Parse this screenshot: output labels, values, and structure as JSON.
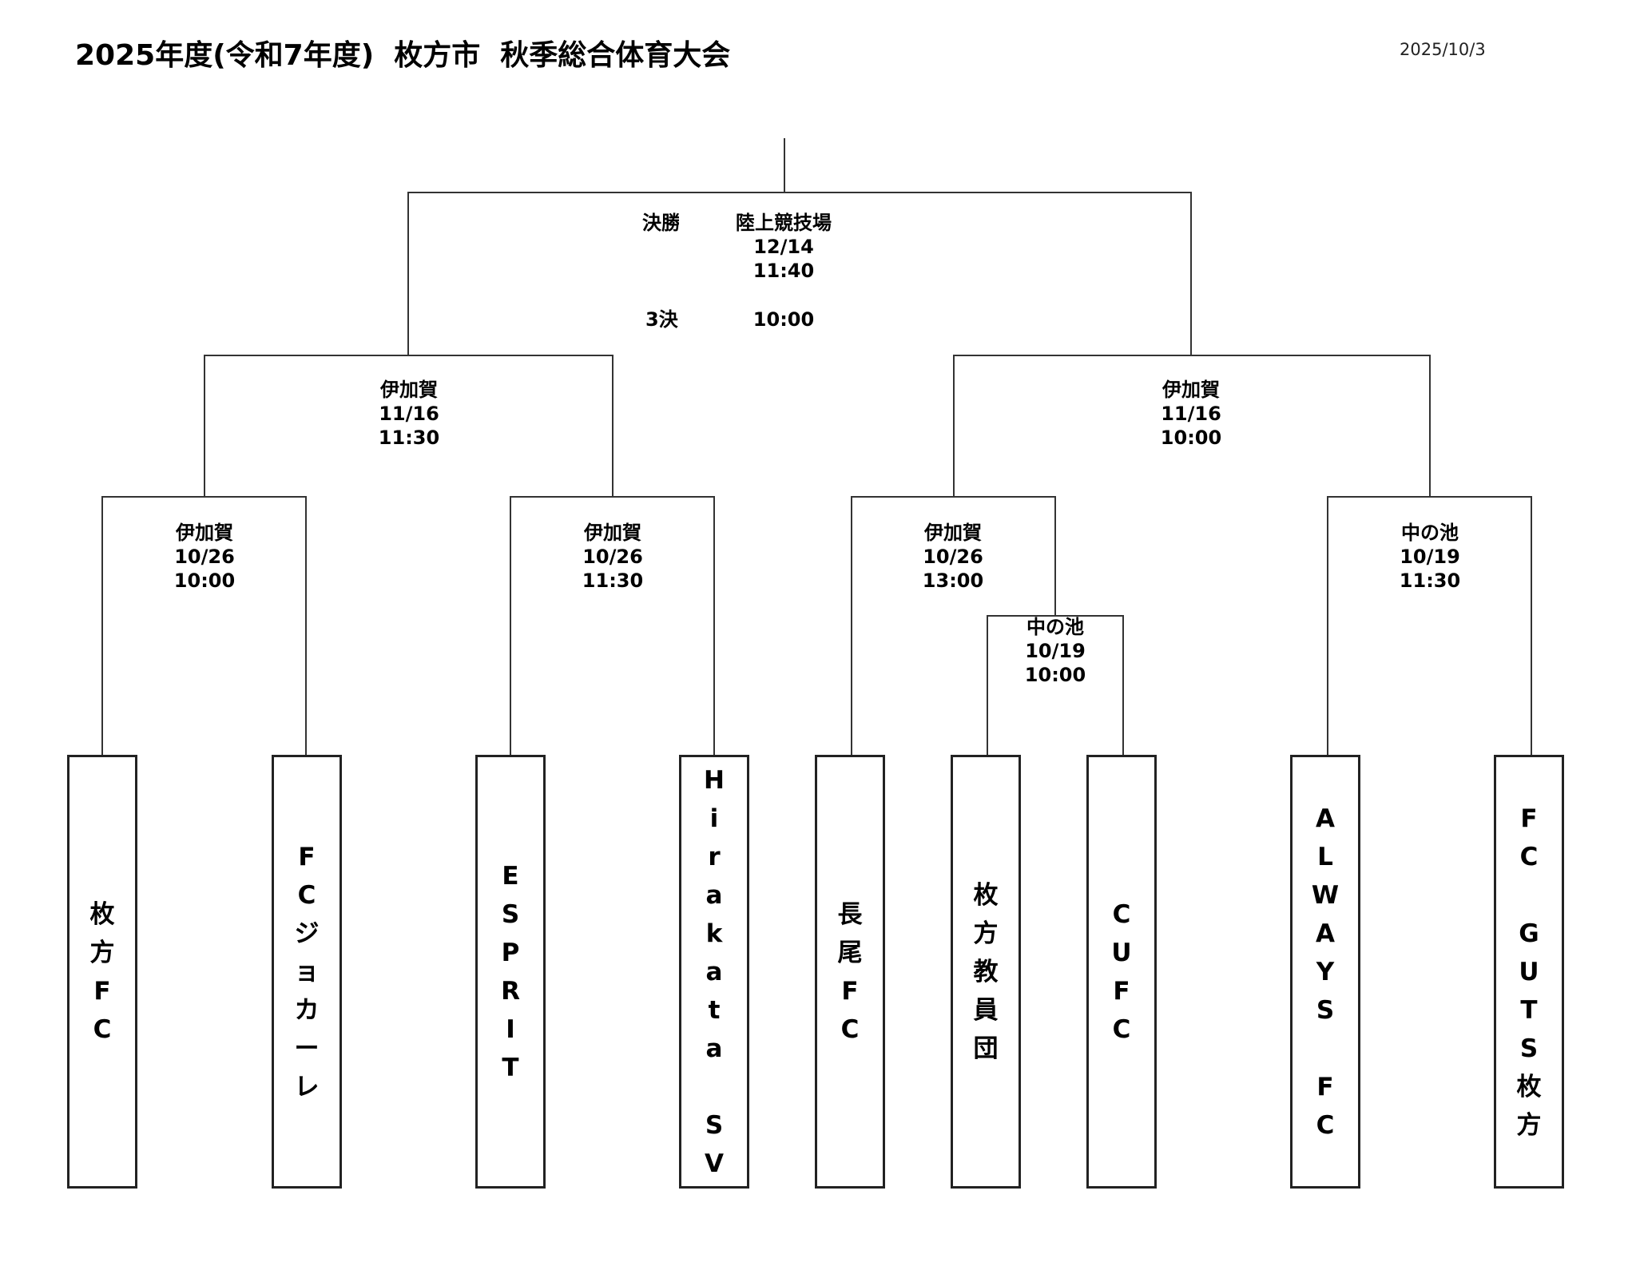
{
  "header": {
    "title": "2025年度(令和7年度)  枚方市  秋季総合体育大会",
    "date": "2025/10/3"
  },
  "final": {
    "label": "決勝",
    "venue": "陸上競技場",
    "date": "12/14",
    "time": "11:40",
    "third_place_label": "3決",
    "third_place_time": "10:00"
  },
  "semifinals": [
    {
      "venue": "伊加賀",
      "date": "11/16",
      "time": "11:30"
    },
    {
      "venue": "伊加賀",
      "date": "11/16",
      "time": "10:00"
    }
  ],
  "quarterfinals": [
    {
      "venue": "伊加賀",
      "date": "10/26",
      "time": "10:00"
    },
    {
      "venue": "伊加賀",
      "date": "10/26",
      "time": "11:30"
    },
    {
      "venue": "伊加賀",
      "date": "10/26",
      "time": "13:00"
    },
    {
      "venue": "中の池",
      "date": "10/19",
      "time": "11:30"
    }
  ],
  "first_round": [
    {
      "venue": "中の池",
      "date": "10/19",
      "time": "10:00"
    }
  ],
  "teams": [
    {
      "name": "枚方FC",
      "chars": [
        "枚",
        "方",
        "F",
        "C"
      ]
    },
    {
      "name": "FCジョカーレ",
      "chars": [
        "F",
        "C",
        "ジ",
        "ョ",
        "カ",
        "ー",
        "レ"
      ]
    },
    {
      "name": "ESPRIT",
      "chars": [
        "E",
        "S",
        "P",
        "R",
        "I",
        "T"
      ]
    },
    {
      "name": "Hirakata SV",
      "chars": [
        "H",
        "i",
        "r",
        "a",
        "k",
        "a",
        "t",
        "a",
        " ",
        "S",
        "V"
      ]
    },
    {
      "name": "長尾FC",
      "chars": [
        "長",
        "尾",
        "F",
        "C"
      ]
    },
    {
      "name": "枚方教員団",
      "chars": [
        "枚",
        "方",
        "教",
        "員",
        "団"
      ]
    },
    {
      "name": "CUFC",
      "chars": [
        "C",
        "U",
        "F",
        "C"
      ]
    },
    {
      "name": "ALWAYS FC",
      "chars": [
        "A",
        "L",
        "W",
        "A",
        "Y",
        "S",
        " ",
        "F",
        "C"
      ]
    },
    {
      "name": "FC GUTS枚方",
      "chars": [
        "F",
        "C",
        " ",
        "G",
        "U",
        "T",
        "S",
        "枚",
        "方"
      ]
    }
  ]
}
